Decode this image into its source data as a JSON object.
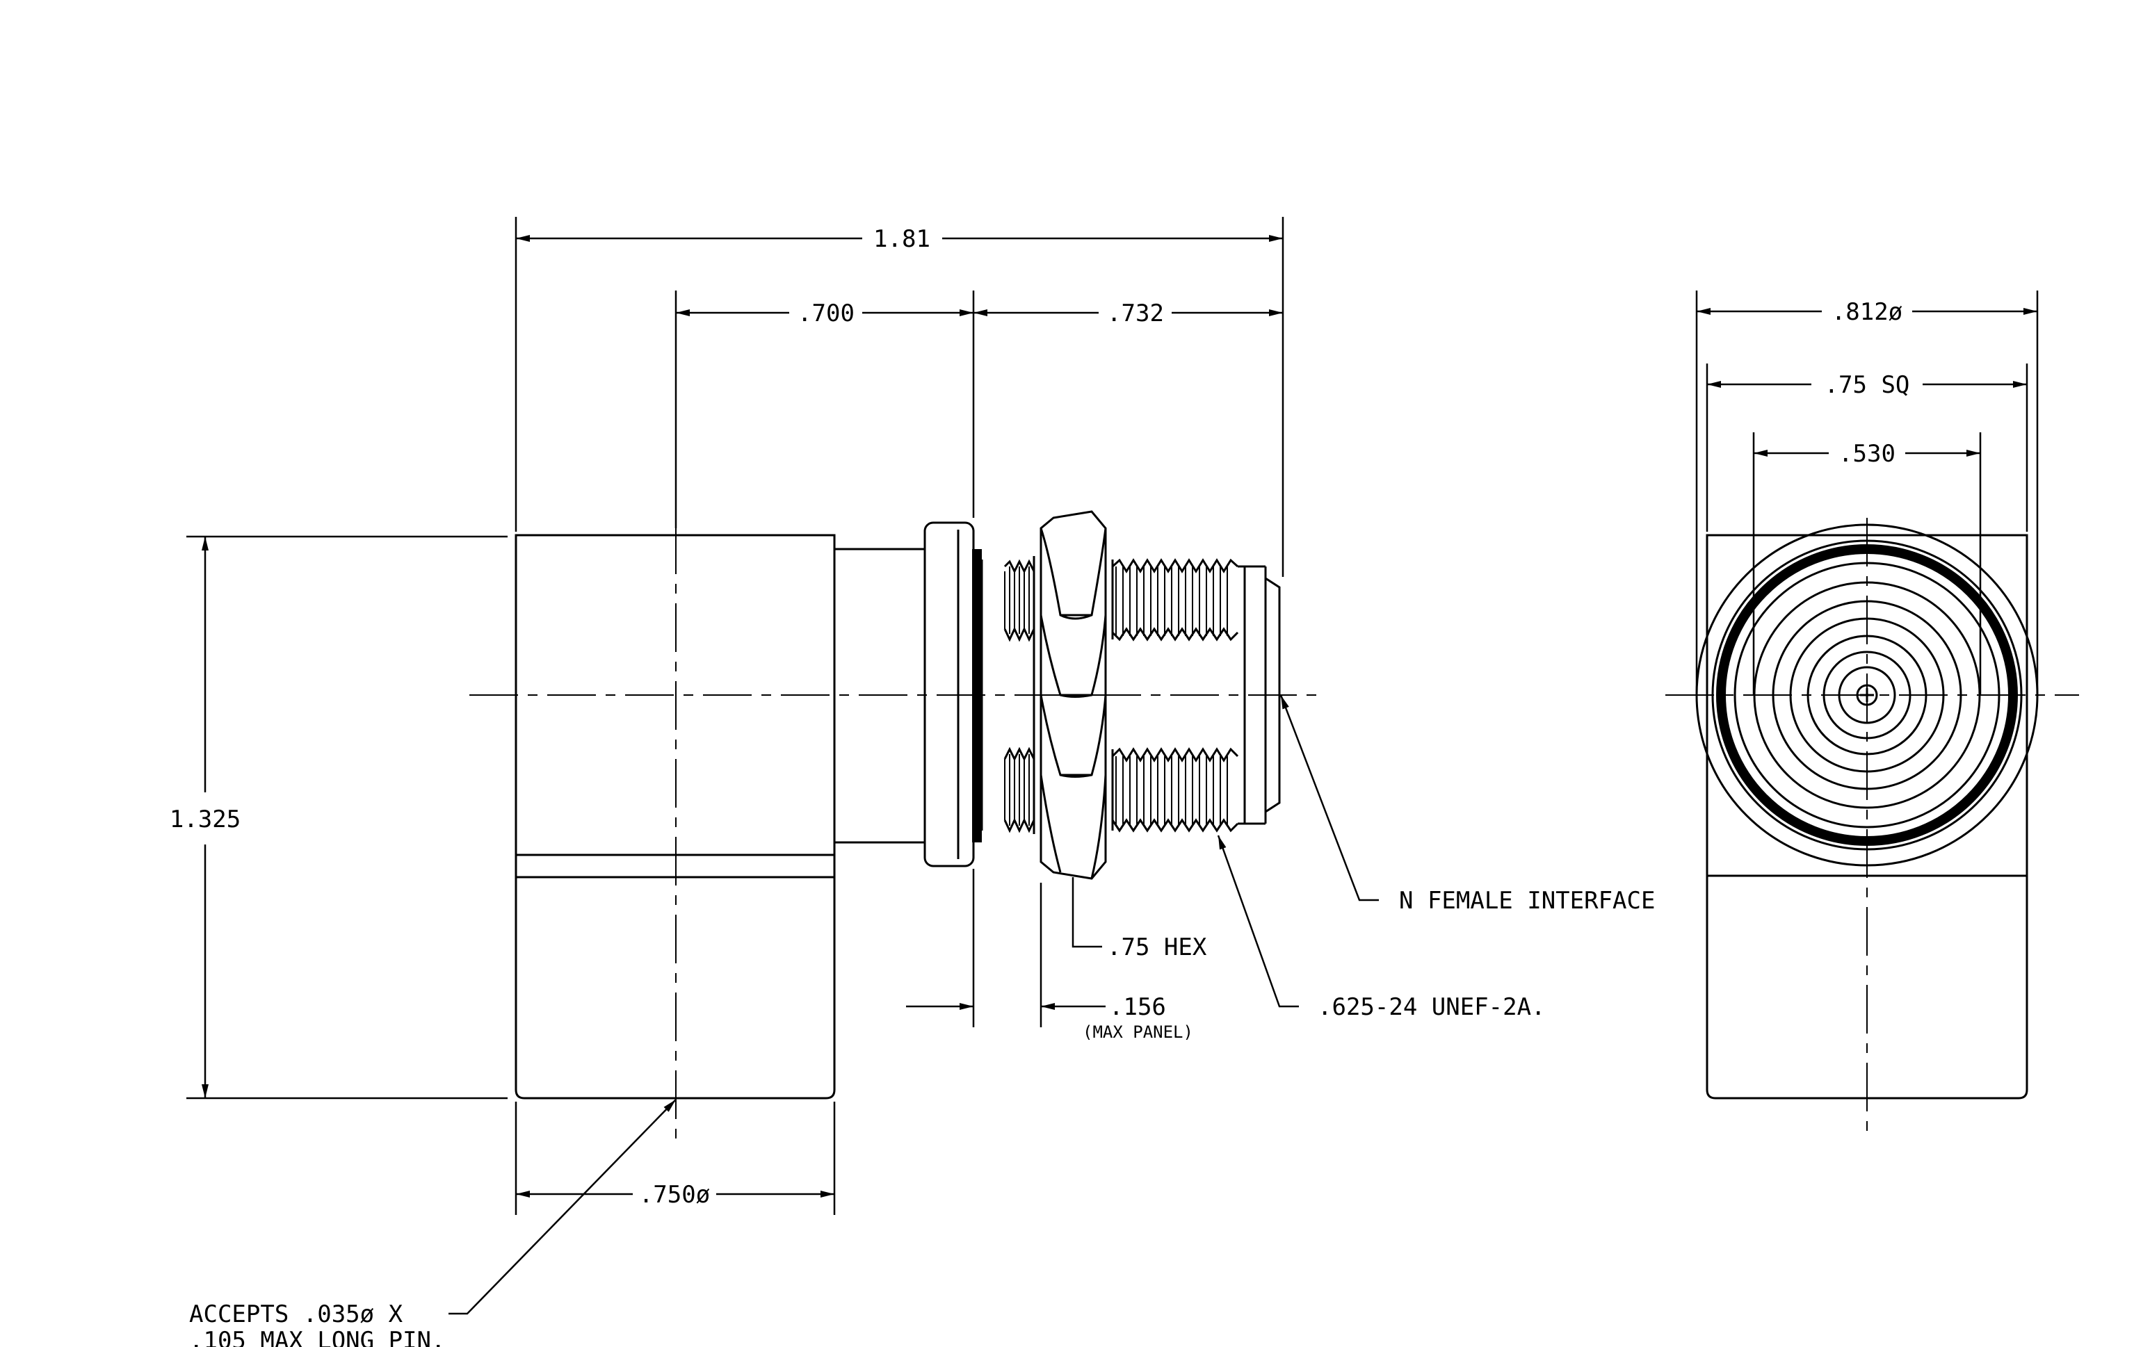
{
  "dimensions": {
    "overall_length": "1.81",
    "body_length": ".700",
    "front_length": ".732",
    "height": "1.325",
    "body_diameter": ".750ø",
    "flange_diameter": ".812ø",
    "square": ".75 SQ",
    "inner_diameter": ".530",
    "hex": ".75 HEX",
    "panel": ".156",
    "panel_note": "(MAX PANEL)"
  },
  "callouts": {
    "interface": "N FEMALE INTERFACE",
    "thread": ".625-24 UNEF-2A.",
    "pin_line1": "ACCEPTS .035ø X",
    "pin_line2": ".105 MAX LONG PIN."
  }
}
